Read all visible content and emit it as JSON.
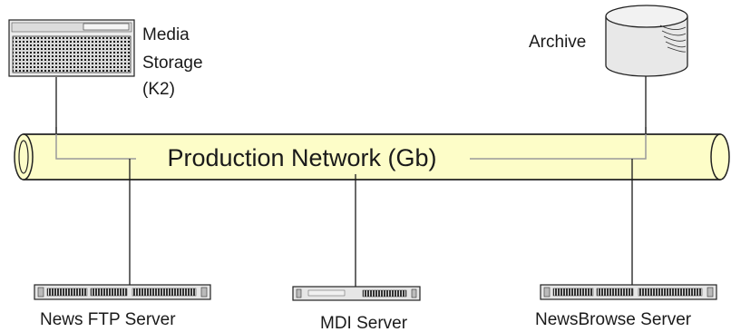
{
  "network": {
    "label": "Production Network (Gb)",
    "pipe_color": "#fdfdc8"
  },
  "nodes": {
    "media_storage": {
      "label_lines": [
        "Media",
        "Storage",
        "(K2)"
      ]
    },
    "archive": {
      "label": "Archive"
    },
    "news_ftp": {
      "label": "News FTP Server"
    },
    "mdi": {
      "label": "MDI Server"
    },
    "newsbrowse": {
      "label": "NewsBrowse Server"
    }
  },
  "colors": {
    "connector": "#1a1a1a",
    "connector_inside": "#9a9a9a",
    "device": "#e6e6e6",
    "outline": "#222222"
  }
}
